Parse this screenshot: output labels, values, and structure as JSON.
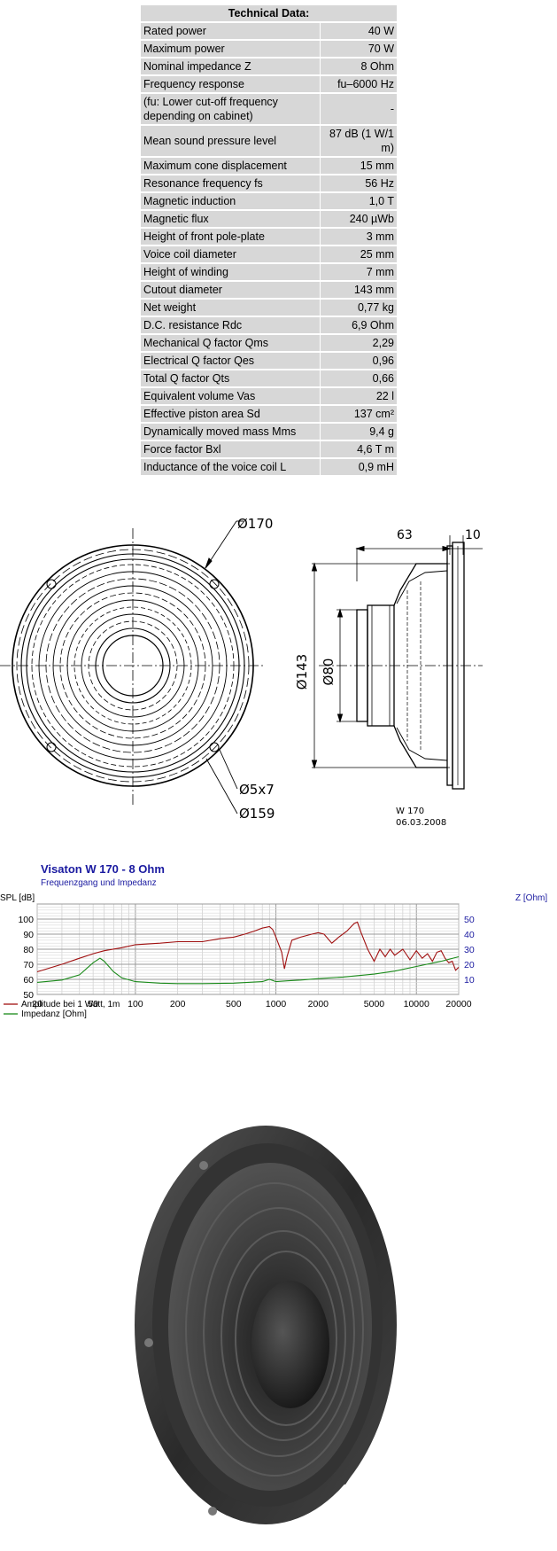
{
  "spec": {
    "title": "Technical Data:",
    "rows": [
      {
        "label": "Rated power",
        "value": "40 W"
      },
      {
        "label": "Maximum power",
        "value": "70 W"
      },
      {
        "label": "Nominal impedance Z",
        "value": "8 Ohm"
      },
      {
        "label": "Frequency response",
        "value": "fu–6000 Hz"
      },
      {
        "label": "(fu: Lower cut-off frequency depending on cabinet)",
        "value": "-"
      },
      {
        "label": "Mean sound pressure level",
        "value": "87 dB (1 W/1 m)"
      },
      {
        "label": "Maximum cone displacement",
        "value": "15 mm"
      },
      {
        "label": "Resonance frequency fs",
        "value": "56 Hz"
      },
      {
        "label": "Magnetic induction",
        "value": "1,0 T"
      },
      {
        "label": "Magnetic flux",
        "value": "240 µWb"
      },
      {
        "label": "Height of front pole-plate",
        "value": "3 mm"
      },
      {
        "label": "Voice coil diameter",
        "value": "25 mm"
      },
      {
        "label": "Height of winding",
        "value": "7 mm"
      },
      {
        "label": "Cutout diameter",
        "value": "143 mm"
      },
      {
        "label": "Net weight",
        "value": "0,77 kg"
      },
      {
        "label": "D.C. resistance Rdc",
        "value": "6,9 Ohm"
      },
      {
        "label": "Mechanical Q factor Qms",
        "value": "2,29"
      },
      {
        "label": "Electrical Q factor Qes",
        "value": "0,96"
      },
      {
        "label": "Total Q factor Qts",
        "value": "0,66"
      },
      {
        "label": "Equivalent volume Vas",
        "value": "22 l"
      },
      {
        "label": "Effective piston area Sd",
        "value": "137 cm²"
      },
      {
        "label": "Dynamically moved mass Mms",
        "value": "9,4 g"
      },
      {
        "label": "Force factor Bxl",
        "value": "4,6 T m"
      },
      {
        "label": "Inductance of the voice coil L",
        "value": "0,9 mH"
      }
    ]
  },
  "drawing": {
    "dim_outer": "Ø170",
    "dim_holes": "Ø5x7",
    "dim_bolt_circle": "Ø159",
    "dim_depth": "63",
    "dim_flange": "10",
    "dim_cutout": "Ø143",
    "dim_magnet": "Ø80",
    "model_label": "W 170",
    "date_label": "06.03.2008"
  },
  "chart_data": {
    "type": "line",
    "title": "Visaton W 170 - 8 Ohm",
    "subtitle": "Frequenzgang und Impedanz",
    "ylabel_left": "SPL [dB]",
    "ylabel_right": "Z [Ohm]",
    "x_scale": "log",
    "xlim": [
      20,
      20000
    ],
    "xticks": [
      "20",
      "50",
      "100",
      "200",
      "500",
      "1000",
      "2000",
      "5000",
      "10000",
      "20000"
    ],
    "ylim_left": [
      50,
      110
    ],
    "yticks_left": [
      "50",
      "60",
      "70",
      "80",
      "90",
      "100"
    ],
    "ylim_right": [
      0,
      60
    ],
    "yticks_right": [
      "10",
      "20",
      "30",
      "40",
      "50"
    ],
    "grid": true,
    "legend_position": "bottom-left",
    "colors": {
      "spl": "#a01010",
      "impedance": "#1a8a1a",
      "title": "#1a1aa0",
      "axis_right": "#1a1aa0"
    },
    "series": [
      {
        "name": "Amplitude bei 1 Watt, 1m",
        "axis": "left",
        "x": [
          20,
          30,
          40,
          50,
          60,
          80,
          100,
          150,
          200,
          300,
          400,
          500,
          600,
          700,
          800,
          900,
          950,
          1000,
          1100,
          1150,
          1200,
          1300,
          1500,
          1800,
          2000,
          2200,
          2500,
          2800,
          3200,
          3600,
          3800,
          4000,
          4500,
          5000,
          5500,
          6000,
          6500,
          7000,
          8000,
          9000,
          10000,
          11000,
          12000,
          13000,
          14000,
          15000,
          16000,
          17000,
          18000,
          19000,
          20000
        ],
        "values": [
          65,
          70,
          74,
          77,
          79,
          81,
          83,
          84,
          85,
          85,
          87,
          88,
          90,
          92,
          94,
          95,
          93,
          88,
          78,
          67,
          75,
          86,
          88,
          90,
          91,
          90,
          84,
          88,
          92,
          97,
          98,
          92,
          80,
          72,
          80,
          75,
          80,
          76,
          80,
          73,
          79,
          74,
          77,
          72,
          78,
          79,
          74,
          71,
          72,
          66,
          68
        ]
      },
      {
        "name": "Impedanz [Ohm]",
        "axis": "right",
        "x": [
          20,
          30,
          40,
          50,
          56,
          60,
          70,
          80,
          100,
          150,
          200,
          300,
          500,
          800,
          900,
          1000,
          1200,
          1500,
          2000,
          3000,
          5000,
          7000,
          10000,
          15000,
          20000
        ],
        "values": [
          8,
          9.5,
          13,
          21,
          24,
          22,
          15,
          11,
          8.5,
          7.5,
          7.2,
          7.2,
          7.5,
          8.5,
          10,
          8.5,
          9,
          9.5,
          10.5,
          11.5,
          13.5,
          15.5,
          18.5,
          22,
          25
        ]
      }
    ]
  }
}
